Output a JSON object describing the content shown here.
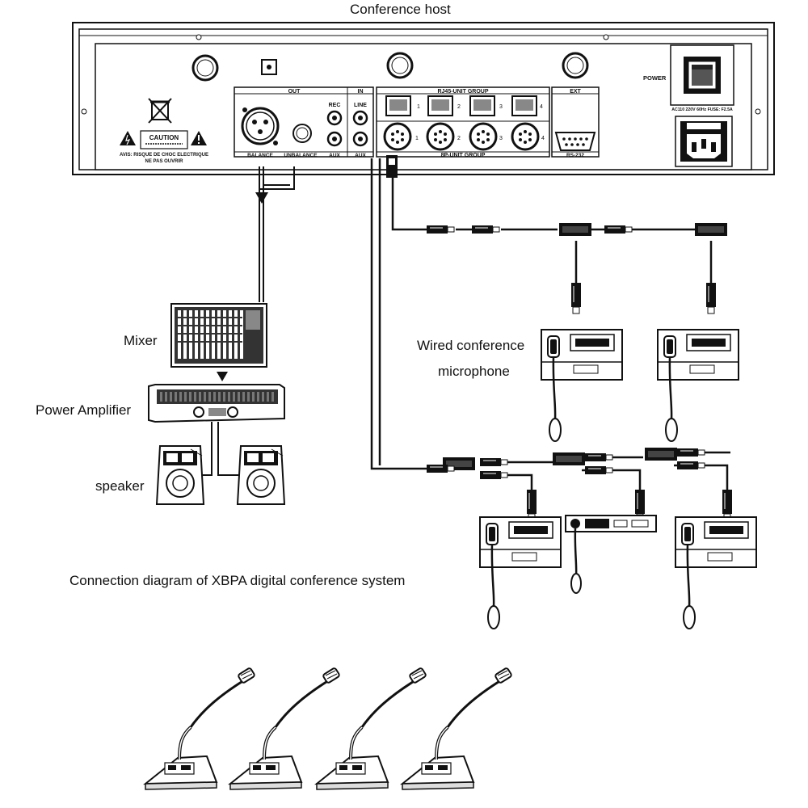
{
  "labels": {
    "host": "Conference host",
    "mixer": "Mixer",
    "amplifier": "Power Amplifier",
    "speaker": "speaker",
    "wired_mic_line1": "Wired conference",
    "wired_mic_line2": "microphone",
    "caption": "Connection diagram of XBPA digital conference system"
  },
  "panel": {
    "out": "OUT",
    "in": "IN",
    "rec": "REC",
    "line": "LINE",
    "aux_left": "AUX",
    "aux_right": "AUX",
    "balance": "BALANCE",
    "unbalance": "UNBALANCE",
    "rj45_group": "RJ45-UNIT GROUP",
    "p8_group": "8P-UNIT GROUP",
    "ext": "EXT",
    "rs232": "RS-232",
    "power": "POWER",
    "ac_rating": "AC110 220V 60Hz FUSE: F2.5A",
    "caution": "CAUTION",
    "warning_line1": "AVIS: RISQUE DE CHOC ELECTRIQUE",
    "warning_line2": "NE PAS OUVRIR",
    "port_numbers": [
      "1",
      "2",
      "3",
      "4"
    ]
  }
}
